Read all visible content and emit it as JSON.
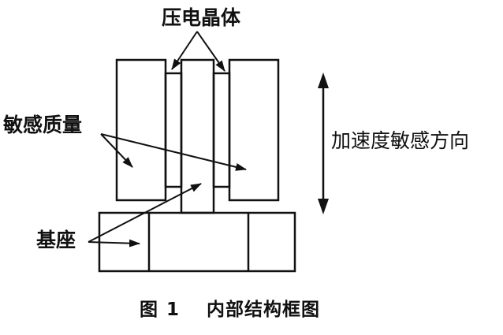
{
  "labels": {
    "piezo_crystal": "压电晶体",
    "sensitive_mass": "敏感质量",
    "base": "基座",
    "acceleration_direction": "加速度敏感方向"
  },
  "caption": {
    "figure": "图",
    "number": "1",
    "title": "内部结构框图"
  },
  "colors": {
    "stroke": "#111111",
    "background": "#ffffff"
  }
}
